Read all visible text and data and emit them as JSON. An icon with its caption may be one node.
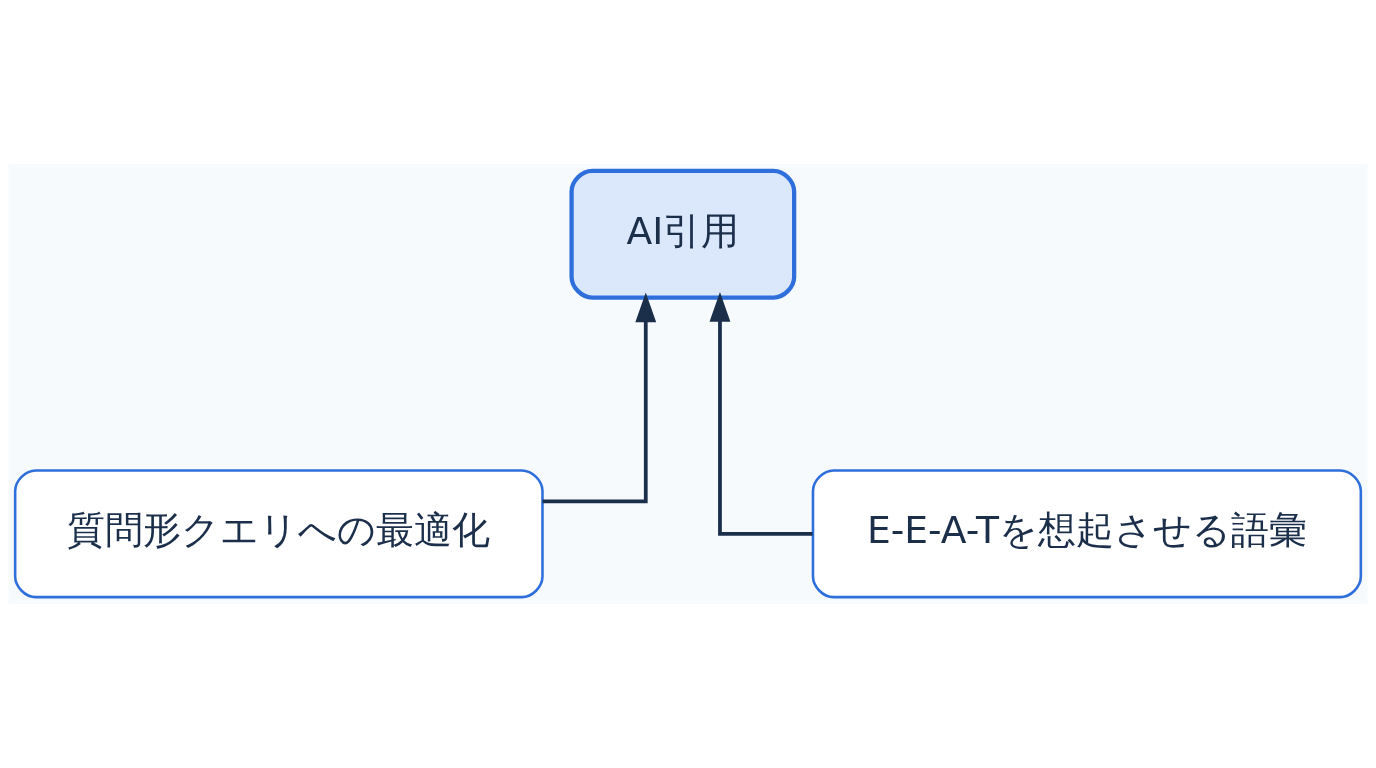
{
  "diagram": {
    "nodes": [
      {
        "text": [
          "AI引用"
        ]
      },
      {
        "text": [
          "質問形クエリへの最適化"
        ]
      },
      {
        "text": [
          "E-E-A-Tを想起させる語彙"
        ]
      }
    ],
    "edges": [
      {
        "from": 1,
        "to": 0,
        "arrow": "to"
      },
      {
        "from": 2,
        "to": 0,
        "arrow": "to"
      }
    ]
  }
}
